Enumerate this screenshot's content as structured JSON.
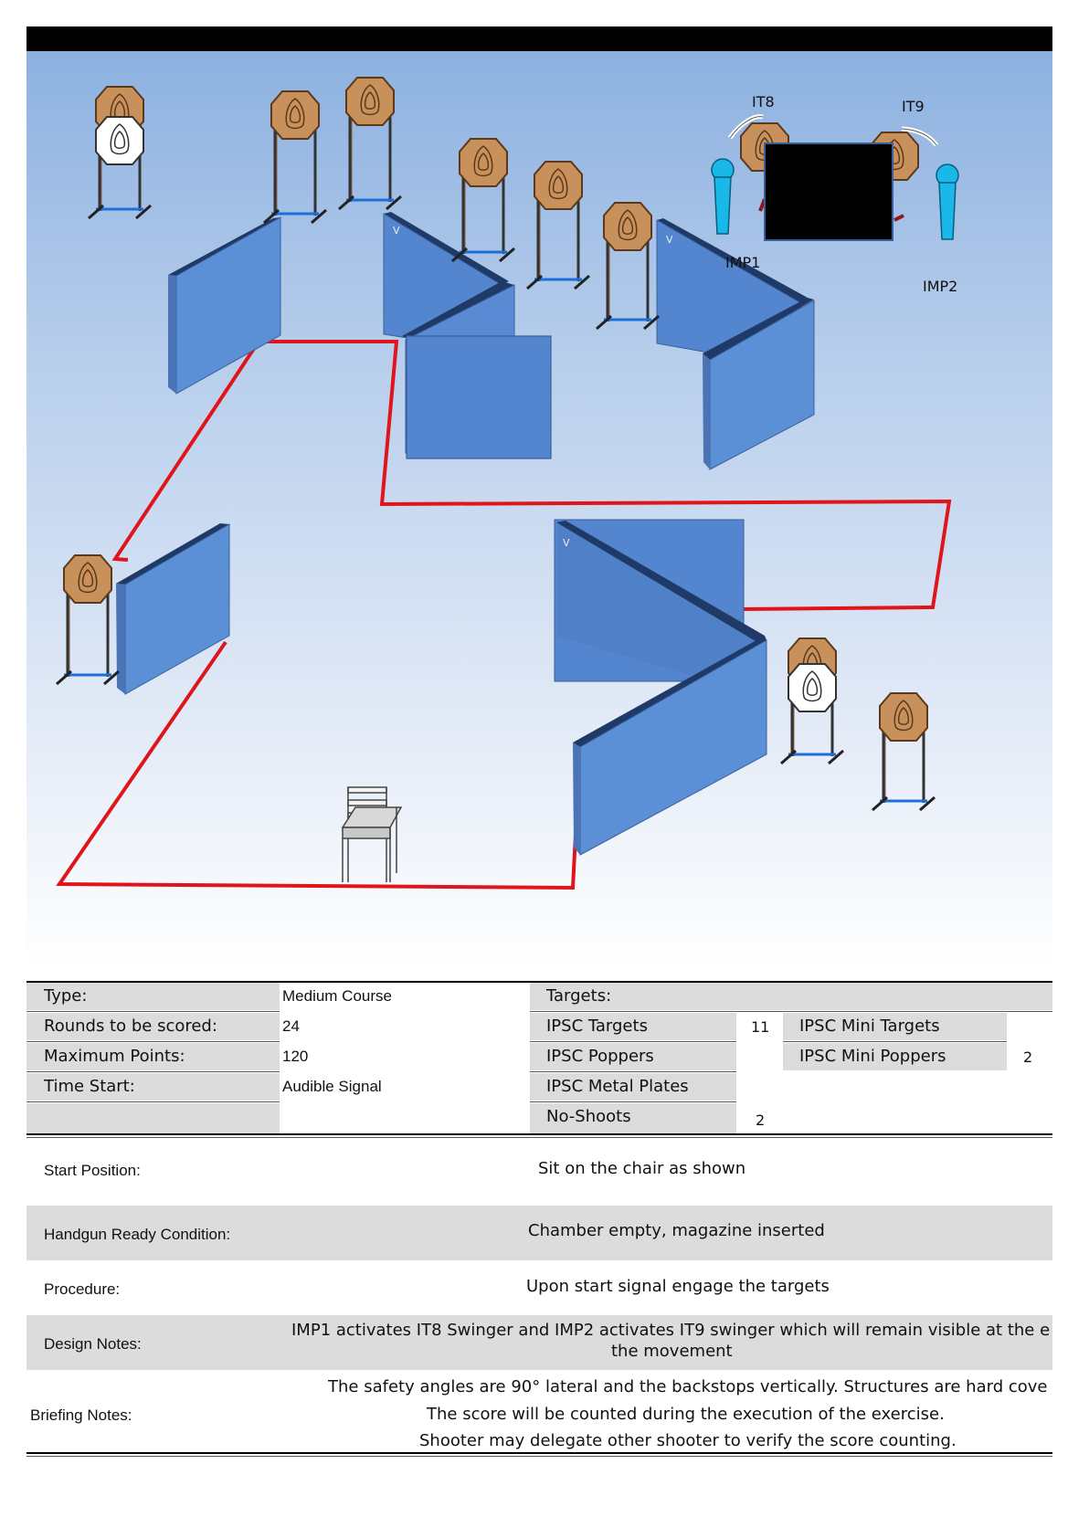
{
  "stage": {
    "labels": {
      "it8": "IT8",
      "it9": "IT9",
      "imp1": "IMP1",
      "imp2": "IMP2",
      "wall_mark": "V"
    },
    "colors": {
      "wall": "#5b8fd6",
      "wall_top": "#2c4a7a",
      "fault_line": "#e0141b",
      "target": "#c8915c",
      "no_shoot": "#ffffff",
      "popper": "#1ab8e8",
      "swinger_screen": "#000000"
    }
  },
  "info": {
    "type_label": "Type:",
    "type_value": "Medium Course",
    "rounds_label": "Rounds to be scored:",
    "rounds_value": "24",
    "points_label": "Maximum Points:",
    "points_value": "120",
    "time_label": "Time Start:",
    "time_value": "Audible Signal",
    "targets_label": "Targets:",
    "ipsc_targets_label": "IPSC Targets",
    "ipsc_targets_value": "11",
    "ipsc_poppers_label": "IPSC Poppers",
    "ipsc_metal_label": "IPSC Metal Plates",
    "no_shoots_label": "No-Shoots",
    "no_shoots_value": "2",
    "mini_targets_label": "IPSC Mini Targets",
    "mini_poppers_label": "IPSC Mini Poppers",
    "mini_poppers_value": "2"
  },
  "rows": {
    "start_label": "Start Position:",
    "start_value": "Sit on the chair as shown",
    "ready_label": "Handgun Ready Condition:",
    "ready_value": "Chamber empty, magazine inserted",
    "procedure_label": "Procedure:",
    "procedure_value": "Upon start signal engage the targets",
    "design_label": "Design Notes:",
    "design_value_1": "IMP1 activates IT8 Swinger and IMP2 activates IT9 swinger which will remain visible at the e",
    "design_value_2": "the movement",
    "briefing_label": "Briefing Notes:",
    "briefing_value_1": "The safety angles are 90° lateral and the backstops vertically. Structures are hard cove",
    "briefing_value_2": "The score will be counted during the execution of the exercise.",
    "briefing_value_3": "Shooter may delegate other shooter to verify the score counting."
  }
}
